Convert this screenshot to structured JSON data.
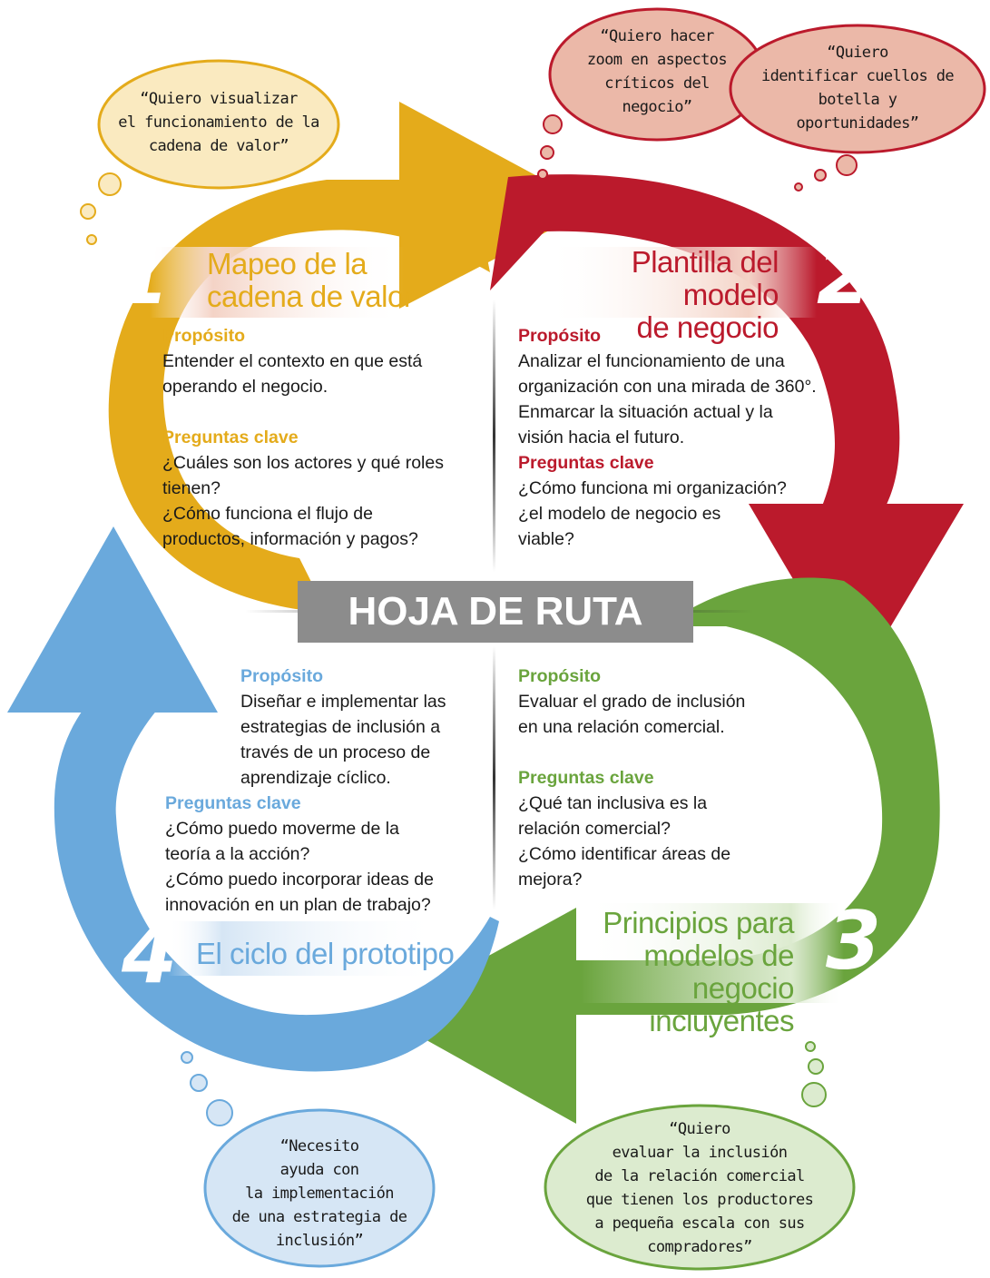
{
  "center_title": "HOJA DE RUTA",
  "colors": {
    "yellow": "#e4ab1b",
    "red": "#bb1a2c",
    "green": "#6aa43d",
    "blue": "#6aa9dc",
    "gray": "#8c8c8c"
  },
  "steps": [
    {
      "number": "1",
      "title": "Mapeo de la\ncadena de valor",
      "purpose_label": "Propósito",
      "purpose": "Entender el contexto en que está\noperando el negocio.",
      "questions_label": "Preguntas clave",
      "questions": "¿Cuáles son los actores y qué roles\ntienen?\n¿Cómo funciona el flujo de\nproductos, información y pagos?",
      "bubble": "“Quiero visualizar\nel funcionamiento de la\ncadena de valor”"
    },
    {
      "number": "2",
      "title": "Plantilla del modelo\nde negocio",
      "purpose_label": "Propósito",
      "purpose": "Analizar el funcionamiento de una\norganización con una mirada de 360°.\nEnmarcar la situación actual y la\nvisión hacia el futuro.",
      "questions_label": "Preguntas clave",
      "questions": "¿Cómo funciona mi organización?\n¿el modelo de negocio es\nviable?",
      "bubble_a": "“Quiero hacer\nzoom en aspectos\ncríticos del\nnegocio”",
      "bubble_b": "“Quiero\nidentificar cuellos de\nbotella y\noportunidades”"
    },
    {
      "number": "3",
      "title": "Principios para\nmodelos de negocio\nincluyentes",
      "purpose_label": "Propósito",
      "purpose": "Evaluar el grado de inclusión\nen una relación comercial.",
      "questions_label": "Preguntas clave",
      "questions": "¿Qué tan inclusiva es la\nrelación comercial?\n¿Cómo identificar áreas de\nmejora?",
      "bubble": "“Quiero\nevaluar la inclusión\nde la relación comercial\nque tienen los productores\na pequeña escala con sus\ncompradores”"
    },
    {
      "number": "4",
      "title": "El ciclo del prototipo",
      "purpose_label": "Propósito",
      "purpose": "Diseñar e implementar las\nestrategias de inclusión a\ntravés de un proceso de\naprendizaje cíclico.",
      "questions_label": "Preguntas clave",
      "questions": "¿Cómo puedo moverme de la\nteoría a la acción?\n¿Cómo puedo incorporar ideas de\ninnovación en un plan de trabajo?",
      "bubble": "“Necesito\nayuda con\nla implementación\nde una estrategia de\ninclusión”"
    }
  ]
}
